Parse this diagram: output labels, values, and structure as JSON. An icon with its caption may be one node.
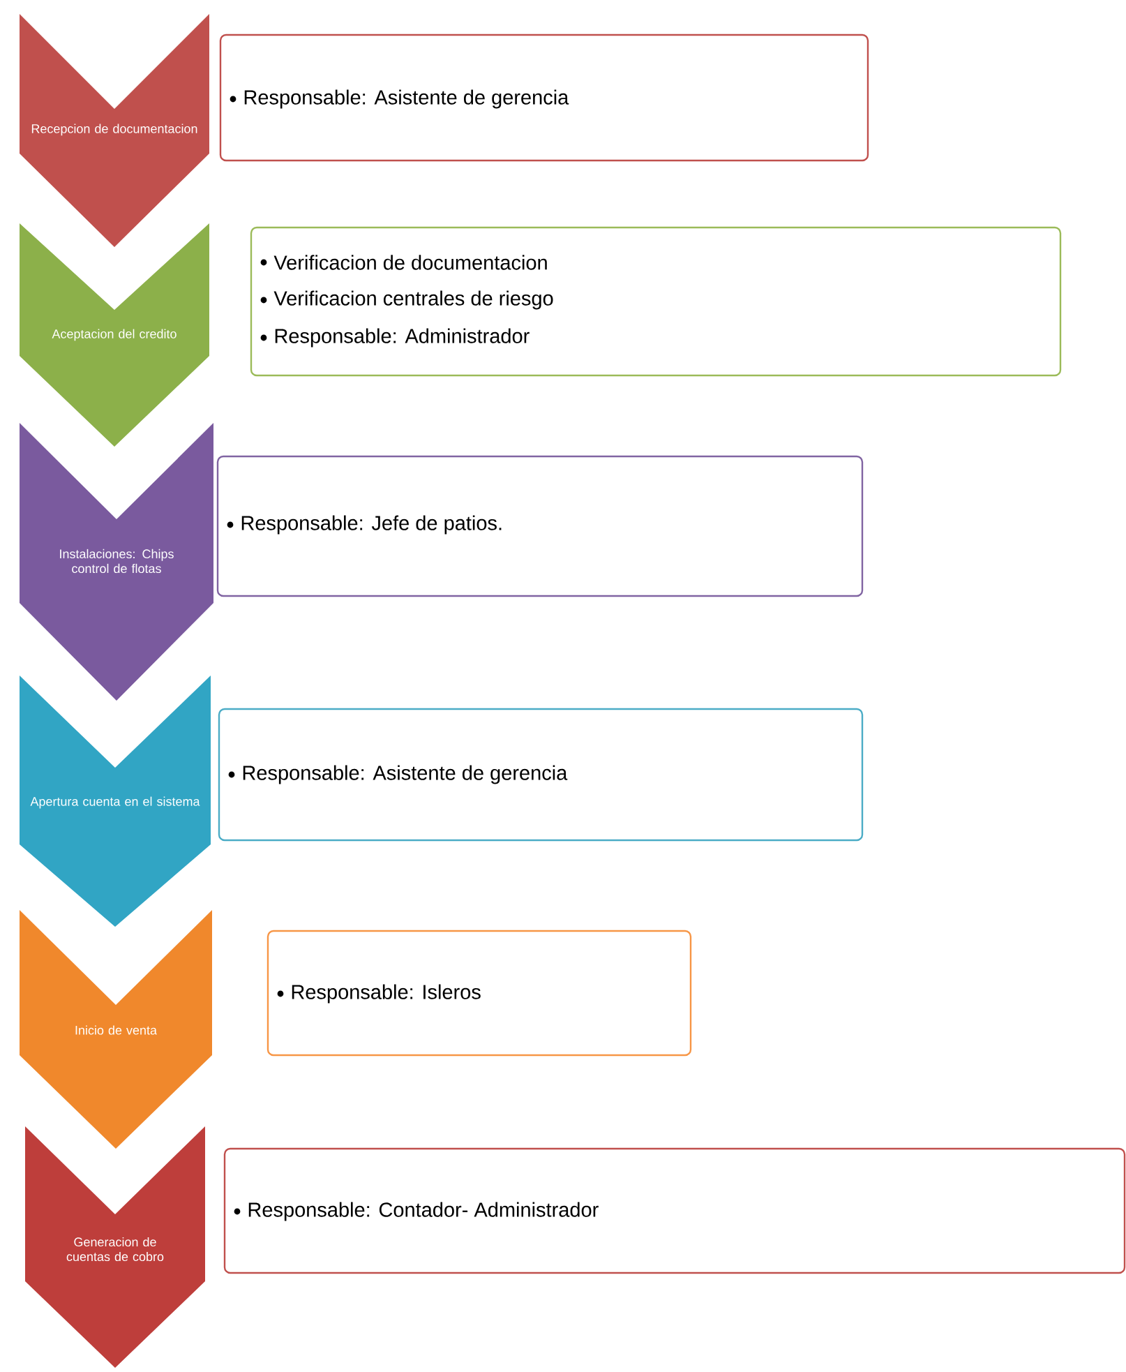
{
  "diagram": {
    "nodes": [
      {
        "text": [
          "Recepcion de documentacion"
        ]
      },
      {
        "text": [
          "Responsable: Asistente de gerencia"
        ]
      },
      {
        "text": [
          "Aceptacion del credito"
        ]
      },
      {
        "text": [
          "Verificacion de documentacion",
          "Verificacion centrales de riesgo",
          "Responsable: Administrador"
        ]
      },
      {
        "text": [
          "Instalaciones: Chips control de flotas"
        ]
      },
      {
        "text": [
          "Responsable: Jefe de patios."
        ]
      },
      {
        "text": [
          "Apertura cuenta en el sistema"
        ]
      },
      {
        "text": [
          "Responsable: Asistente de gerencia"
        ]
      },
      {
        "text": [
          "Inicio de venta"
        ]
      },
      {
        "text": [
          "Responsable: Isleros"
        ]
      },
      {
        "text": [
          "Generacion de cuentas de cobro"
        ]
      },
      {
        "text": [
          "Responsable: Contador- Administrador"
        ]
      }
    ]
  }
}
